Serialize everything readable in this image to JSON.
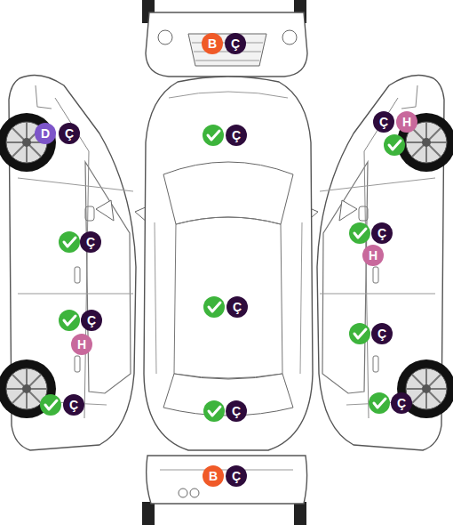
{
  "diagram": {
    "nodes": [
      {
        "text": [
          "B"
        ]
      },
      {
        "text": [
          "Ç"
        ]
      },
      {
        "text": [
          "Ç"
        ]
      },
      {
        "text": [
          "H"
        ]
      },
      {
        "text": [
          "D"
        ]
      },
      {
        "text": [
          "Ç"
        ]
      },
      {
        "text": [
          "Ç"
        ]
      },
      {
        "text": [
          "Ç"
        ]
      },
      {
        "text": [
          "Ç"
        ]
      },
      {
        "text": [
          "H"
        ]
      },
      {
        "text": [
          "Ç"
        ]
      },
      {
        "text": [
          "Ç"
        ]
      },
      {
        "text": [
          "Ç"
        ]
      },
      {
        "text": [
          "H"
        ]
      },
      {
        "text": [
          "Ç"
        ]
      },
      {
        "text": [
          "Ç"
        ]
      },
      {
        "text": [
          "Ç"
        ]
      },
      {
        "text": [
          "B"
        ]
      },
      {
        "text": [
          "Ç"
        ]
      }
    ]
  }
}
